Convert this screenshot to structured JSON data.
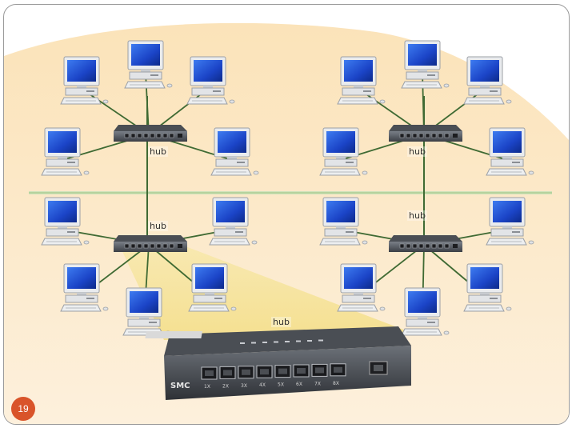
{
  "diagram": {
    "hub_label": "hub",
    "page_number": "19",
    "switch_brand": "SMC",
    "port_labels": [
      "1X",
      "2X",
      "3X",
      "4X",
      "5X",
      "6X",
      "7X",
      "8X"
    ],
    "colors": {
      "background_band": "#fbe7c6",
      "cable": "#3f6a33",
      "backbone": "#cfe3bc",
      "screen": "#1b44c7",
      "hub_body": "#5a5f66",
      "page_badge": "#d9542a"
    }
  }
}
